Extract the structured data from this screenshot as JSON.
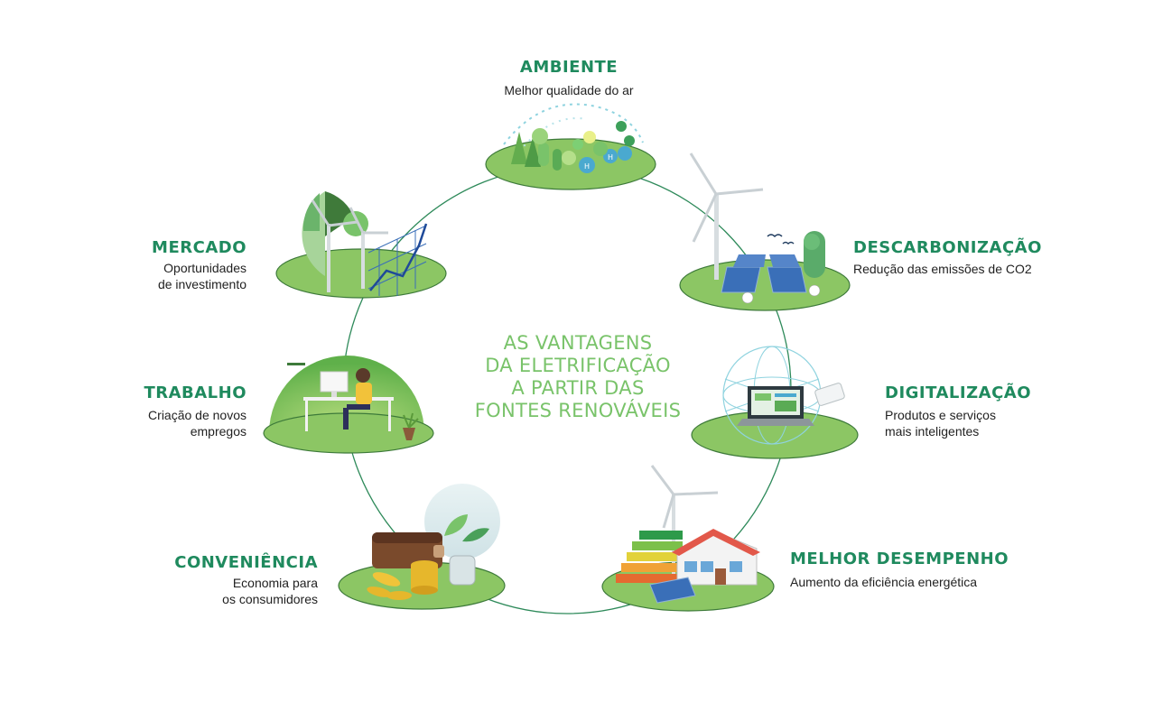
{
  "center": {
    "lines": [
      "AS VANTAGENS",
      "DA ELETRIFICAÇÃO",
      "A PARTIR DAS",
      "FONTES RENOVÁVEIS"
    ]
  },
  "ambiente": {
    "title": "AMBIENTE",
    "sub": [
      "Melhor qualidade do ar"
    ]
  },
  "descarbonizacao": {
    "title": "DESCARBONIZAÇÃO",
    "sub": [
      "Redução das emissões de CO2"
    ]
  },
  "digitalizacao": {
    "title": "DIGITALIZAÇÃO",
    "sub": [
      "Produtos e serviços",
      "mais inteligentes"
    ]
  },
  "desempenho": {
    "title": "MELHOR DESEMPENHO",
    "sub": [
      "Aumento da eficiência energética"
    ]
  },
  "conveniencia": {
    "title": "CONVENIÊNCIA",
    "sub": [
      "Economia para",
      "os consumidores"
    ]
  },
  "trabalho": {
    "title": "TRABALHO",
    "sub": [
      "Criação de novos",
      "empregos"
    ]
  },
  "mercado": {
    "title": "MERCADO",
    "sub": [
      "Oportunidades",
      "de investimento"
    ]
  },
  "colors": {
    "title": "#1f8a5e",
    "center": "#79c36a",
    "ring": "#2e8a5a",
    "ground": "#8cc664",
    "ground_edge": "#3d7a3a"
  }
}
